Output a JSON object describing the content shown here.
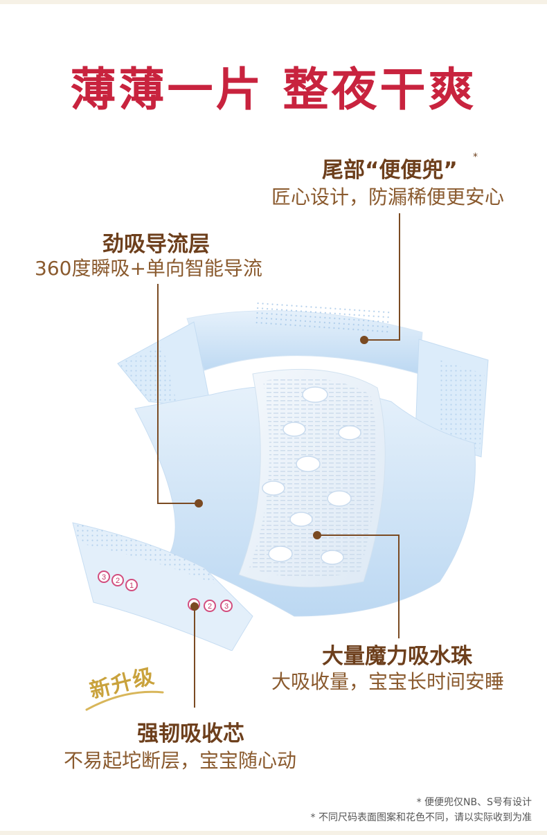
{
  "headline": "薄薄一片 整夜干爽",
  "features": {
    "tail_pocket": {
      "title": "尾部“便便兜”",
      "mark": "*",
      "desc": "匠心设计，防漏稀便更安心"
    },
    "guide_layer": {
      "title": "劲吸导流层",
      "desc": "360度瞬吸+单向智能导流"
    },
    "beads": {
      "title": "大量魔力吸水珠",
      "desc": "大吸收量，宝宝长时间安睡"
    },
    "core": {
      "title": "强韧吸收芯",
      "desc": "不易起坨断层，宝宝随心动"
    }
  },
  "badge": "新升级",
  "size_marks": [
    "3",
    "2",
    "1",
    "1",
    "2",
    "3"
  ],
  "footnotes": [
    "* 便便兜仅NB、S号有设计",
    "* 不同尺码表面图案和花色不同，请以实际收到为准"
  ],
  "colors": {
    "headline": "#c8233e",
    "feature_title": "#6d3f1c",
    "feature_desc": "#8a5a2e",
    "leader": "#7a4a22",
    "badge": "#c9a23c",
    "diaper_blue": "#cfe4f7"
  }
}
